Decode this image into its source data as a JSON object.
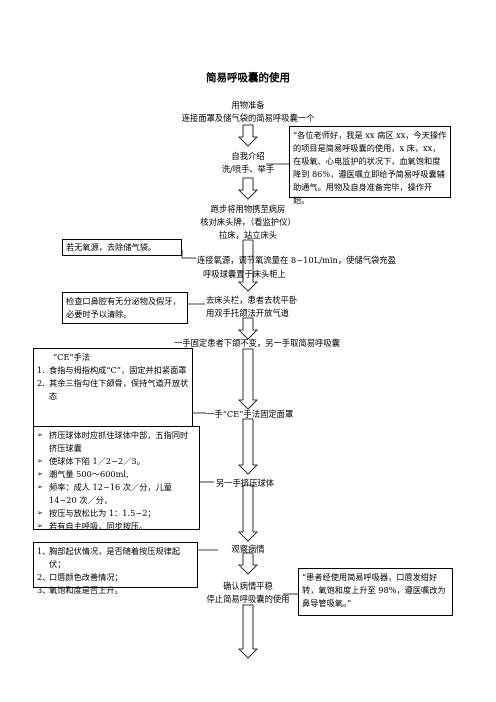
{
  "title": "简易呼吸囊的使用",
  "steps": {
    "s1_line1": "用物准备",
    "s1_line2": "连接面罩及储气袋的简易呼吸囊一个",
    "s2_line1": "自我介绍",
    "s2_line2": "洗/喷手、举手",
    "s3_line1": "跑步将用物携至病房",
    "s3_line2": "核对床头牌，（看监护仪）",
    "s3_line3": "拉床，站立床头",
    "s4_line1": "连接氧源，调节氧流量在 8~10L/min，使储气袋充盈",
    "s4_line2": "呼吸球囊置于床头柜上",
    "s5_line1": "去床头栏，患者去枕平卧",
    "s5_line2": "用双手托颌法开放气道",
    "s6_line1": "一手固定患者下颌不变，另一手取简易呼吸囊",
    "s7_line1": "一手“CE”手法固定面罩",
    "s8_line1": "另一手挤压球体",
    "s9_line1": "观察病情",
    "s10_line1": "确认病情平稳",
    "s10_line2": "停止简易呼吸囊的使用"
  },
  "notes": {
    "intro": "“各位老师好，我是 xx 病区 xx，今天操作的项目是简易呼吸囊的使用，x 床，xx，在吸氧、心电监护的状况下，血氧饱和度降到 86%，遵医嘱立即给予简易呼吸囊辅助通气。用物及自身准备完毕，操作开始。",
    "no_oxygen": "若无氧源，去除储气袋。",
    "oral_check": "检查口鼻腔有无分泌物及假牙，必要时予以清除。",
    "ce_title": "“CE”手法",
    "ce_items": [
      {
        "num": "1.",
        "text": "食指与拇指构成“C”，固定并扣紧面罩"
      },
      {
        "num": "2.",
        "text": "其余三指勾住下颌骨，保持气道开放状态"
      }
    ],
    "squeeze_items": [
      "挤压球体时应抓住球体中部，五指同时挤压球囊",
      "使球体下陷 1／2~2／3。",
      "潮气量 500～600ml,",
      "频率：成人 12~16 次／分，儿童 14~20 次／分，",
      "按压与放松比为 1：1.5~2；",
      "若有自主呼吸，同步按压。"
    ],
    "observe_items": [
      {
        "num": "1、",
        "text": "胸部起伏情况，是否随着按压规律起伏；"
      },
      {
        "num": "2、",
        "text": "口唇颜色改善情况；"
      },
      {
        "num": "3、",
        "text": "氧饱和度是否上升。"
      }
    ],
    "ending": "“患者经使用简易呼吸器，口唇发绀好转，氧饱和度上升至 98%，遵医嘱改为鼻导管吸氧。”"
  }
}
